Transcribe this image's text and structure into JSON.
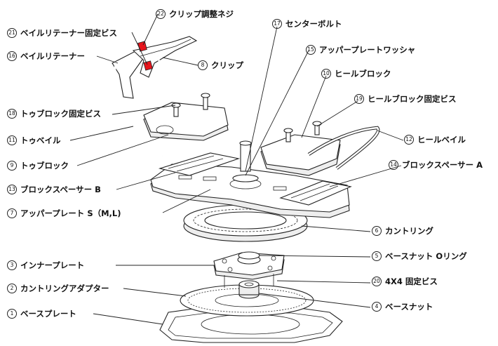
{
  "labels": [
    {
      "id": "22",
      "num": "㉒",
      "text": "クリップ調整ネジ"
    },
    {
      "id": "21",
      "num": "㉑",
      "text": "ベイルリテーナー固定ビス"
    },
    {
      "id": "16",
      "num": "⑯",
      "text": "ベイルリテーナー"
    },
    {
      "id": "8",
      "num": "⑧",
      "text": "クリップ"
    },
    {
      "id": "17",
      "num": "⑰",
      "text": "センターボルト"
    },
    {
      "id": "15",
      "num": "⑮",
      "text": "アッパープレートワッシャ"
    },
    {
      "id": "10",
      "num": "⑩",
      "text": "ヒールブロック"
    },
    {
      "id": "19",
      "num": "⑲",
      "text": "ヒールブロック固定ビス"
    },
    {
      "id": "18",
      "num": "⑱",
      "text": "トゥブロック固定ビス"
    },
    {
      "id": "11",
      "num": "⑪",
      "text": "トゥベイル"
    },
    {
      "id": "12",
      "num": "⑫",
      "text": "ヒールベイル"
    },
    {
      "id": "14",
      "num": "⑭",
      "text": "ブロックスペーサー A"
    },
    {
      "id": "9",
      "num": "⑨",
      "text": "トゥブロック"
    },
    {
      "id": "13",
      "num": "⑬",
      "text": "ブロックスペーサー B"
    },
    {
      "id": "7",
      "num": "⑦",
      "text": "アッパープレート S（M,L)"
    },
    {
      "id": "6",
      "num": "⑥",
      "text": "カントリング"
    },
    {
      "id": "5",
      "num": "⑤",
      "text": "ベースナット Oリング"
    },
    {
      "id": "3",
      "num": "③",
      "text": "インナープレート"
    },
    {
      "id": "20",
      "num": "⑳",
      "text": "4X4 固定ビス"
    },
    {
      "id": "2",
      "num": "②",
      "text": "カントリングアダプター"
    },
    {
      "id": "4",
      "num": "④",
      "text": "ベースナット"
    },
    {
      "id": "1",
      "num": "①",
      "text": "ベースプレート"
    }
  ],
  "colors": {
    "accent": "#e8141c",
    "line": "#222222"
  }
}
